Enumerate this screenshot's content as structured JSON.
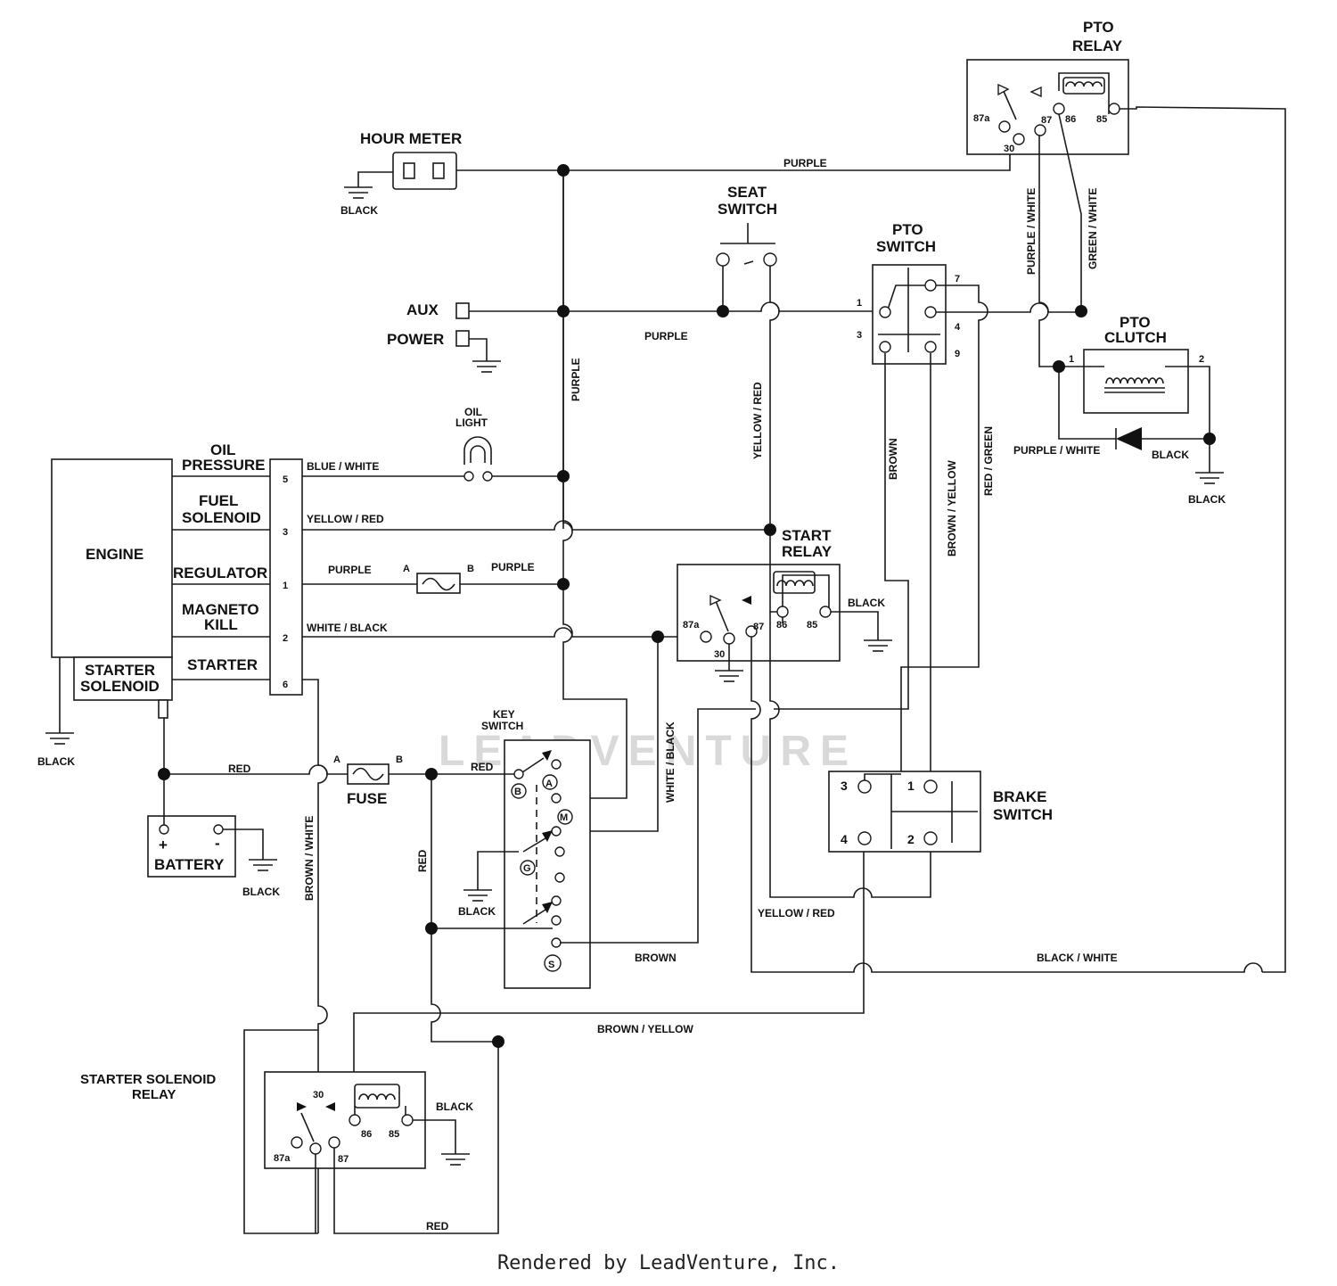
{
  "components": {
    "hour_meter": "HOUR METER",
    "pto_relay": [
      "PTO",
      "RELAY"
    ],
    "seat_switch": [
      "SEAT",
      "SWITCH"
    ],
    "pto_switch": [
      "PTO",
      "SWITCH"
    ],
    "pto_clutch": [
      "PTO",
      "CLUTCH"
    ],
    "aux": "AUX",
    "power": "POWER",
    "oil_light": [
      "OIL",
      "LIGHT"
    ],
    "engine": "ENGINE",
    "oil_pressure": [
      "OIL",
      "PRESSURE"
    ],
    "fuel_solenoid": [
      "FUEL",
      "SOLENOID"
    ],
    "regulator": "REGULATOR",
    "magneto_kill": [
      "MAGNETO",
      "KILL"
    ],
    "starter": "STARTER",
    "starter_solenoid": [
      "STARTER",
      "SOLENOID"
    ],
    "start_relay": [
      "START",
      "RELAY"
    ],
    "key_switch": [
      "KEY",
      "SWITCH"
    ],
    "fuse": "FUSE",
    "battery": "BATTERY",
    "brake_switch": [
      "BRAKE",
      "SWITCH"
    ],
    "starter_solenoid_relay": [
      "STARTER SOLENOID",
      "RELAY"
    ]
  },
  "wires": {
    "purple_top": "PURPLE",
    "purple_aux": "PURPLE",
    "purple_vertical": "PURPLE",
    "purple_white_relay": "PURPLE / WHITE",
    "green_white": "GREEN / WHITE",
    "yellow_red_vertical": "YELLOW / RED",
    "brown": "BROWN",
    "brown_yellow_vertical": "BROWN / YELLOW",
    "red_green": "RED / GREEN",
    "purple_white_clutch": "PURPLE / WHITE",
    "black_clutch": "BLACK",
    "black_clutch_ground": "BLACK",
    "blue_white": "BLUE / WHITE",
    "yellow_red_fuel": "YELLOW / RED",
    "purple_regulator_a": "PURPLE",
    "purple_regulator_b": "PURPLE",
    "white_black": "WHITE / BLACK",
    "black_start_relay": "BLACK",
    "white_black_vertical": "WHITE / BLACK",
    "black_engine": "BLACK",
    "black_hour_meter": "BLACK",
    "red_battery": "RED",
    "red_key": "RED",
    "black_battery": "BLACK",
    "brown_white": "BROWN / WHITE",
    "red_vertical": "RED",
    "black_key": "BLACK",
    "yellow_red_bottom": "YELLOW / RED",
    "brown_bottom": "BROWN",
    "black_white": "BLACK / WHITE",
    "brown_yellow_bottom": "BROWN / YELLOW",
    "black_ssr": "BLACK",
    "red_bottom": "RED"
  },
  "pins": {
    "fuse_a": "A",
    "fuse_b": "B",
    "reg_fuse_a": "A",
    "reg_fuse_b": "B",
    "conn_5": "5",
    "conn_3": "3",
    "conn_1": "1",
    "conn_2": "2",
    "conn_6": "6",
    "pto_sw_1": "1",
    "pto_sw_3": "3",
    "pto_sw_7": "7",
    "pto_sw_4": "4",
    "pto_sw_9": "9",
    "clutch_1": "1",
    "clutch_2": "2",
    "pto_relay_87a": "87a",
    "pto_relay_30": "30",
    "pto_relay_87": "87",
    "pto_relay_86": "86",
    "pto_relay_85": "85",
    "start_relay_87a": "87a",
    "start_relay_30": "30",
    "start_relay_87": "87",
    "start_relay_86": "86",
    "start_relay_85": "85",
    "ssr_30": "30",
    "ssr_87a": "87a",
    "ssr_87": "87",
    "ssr_86": "86",
    "ssr_85": "85",
    "brake_3": "3",
    "brake_1": "1",
    "brake_4": "4",
    "brake_2": "2",
    "key_b": "B",
    "key_a": "A",
    "key_m": "M",
    "key_g": "G",
    "key_s": "S",
    "battery_plus": "+",
    "battery_minus": "-"
  },
  "watermark": "LEADVENTURE",
  "footer": "Rendered by LeadVenture, Inc."
}
